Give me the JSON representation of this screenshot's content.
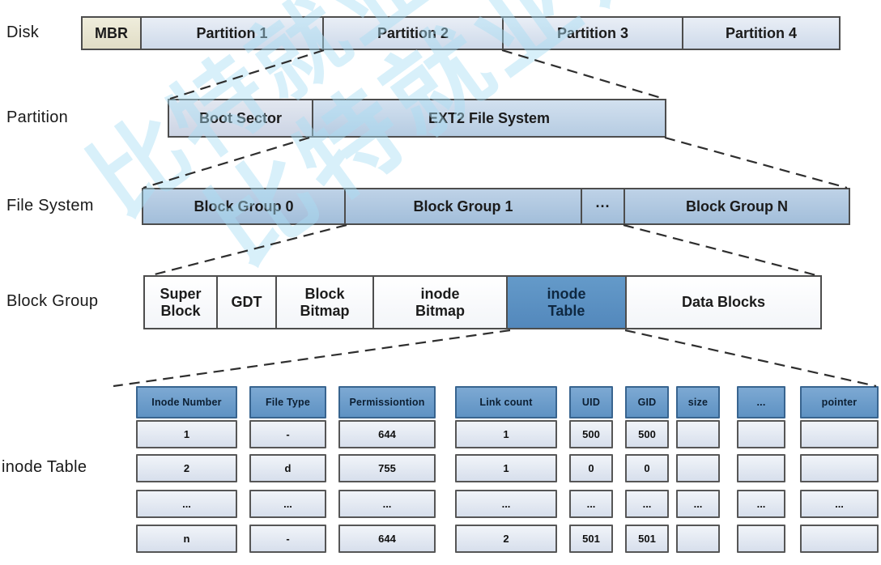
{
  "watermark": {
    "text": "比特就业课"
  },
  "rows": [
    {
      "label": "Disk",
      "boxes": [
        "MBR",
        "Partition 1",
        "Partition 2",
        "Partition 3",
        "Partition 4"
      ]
    },
    {
      "label": "Partition",
      "boxes": [
        "Boot Sector",
        "EXT2 File System"
      ]
    },
    {
      "label": "File System",
      "boxes": [
        "Block Group 0",
        "Block Group 1",
        "···",
        "Block Group N"
      ]
    },
    {
      "label": "Block Group",
      "boxes": [
        "Super\nBlock",
        "GDT",
        "Block\nBitmap",
        "inode\nBitmap",
        "inode\nTable",
        "Data Blocks"
      ]
    }
  ],
  "inode_table": {
    "label": "inode Table",
    "headers": [
      "Inode Number",
      "File Type",
      "Permissiontion",
      "Link count",
      "UID",
      "GID",
      "size",
      "...",
      "pointer"
    ],
    "rows": [
      [
        "1",
        "-",
        "644",
        "1",
        "500",
        "500",
        "",
        "",
        ""
      ],
      [
        "2",
        "d",
        "755",
        "1",
        "0",
        "0",
        "",
        "",
        ""
      ],
      [
        "...",
        "...",
        "...",
        "...",
        "...",
        "...",
        "...",
        "...",
        "..."
      ],
      [
        "n",
        "-",
        "644",
        "2",
        "501",
        "501",
        "",
        "",
        ""
      ]
    ]
  },
  "colors": {
    "highlight_box_blue": "#5b8fc2",
    "table_header_blue": "#6d9cc8",
    "row_blue": "#aec6de",
    "mbr_beige": "#e8e5d2",
    "watermark_blue": "#a9def4",
    "dash_line": "#2e2e2e"
  }
}
